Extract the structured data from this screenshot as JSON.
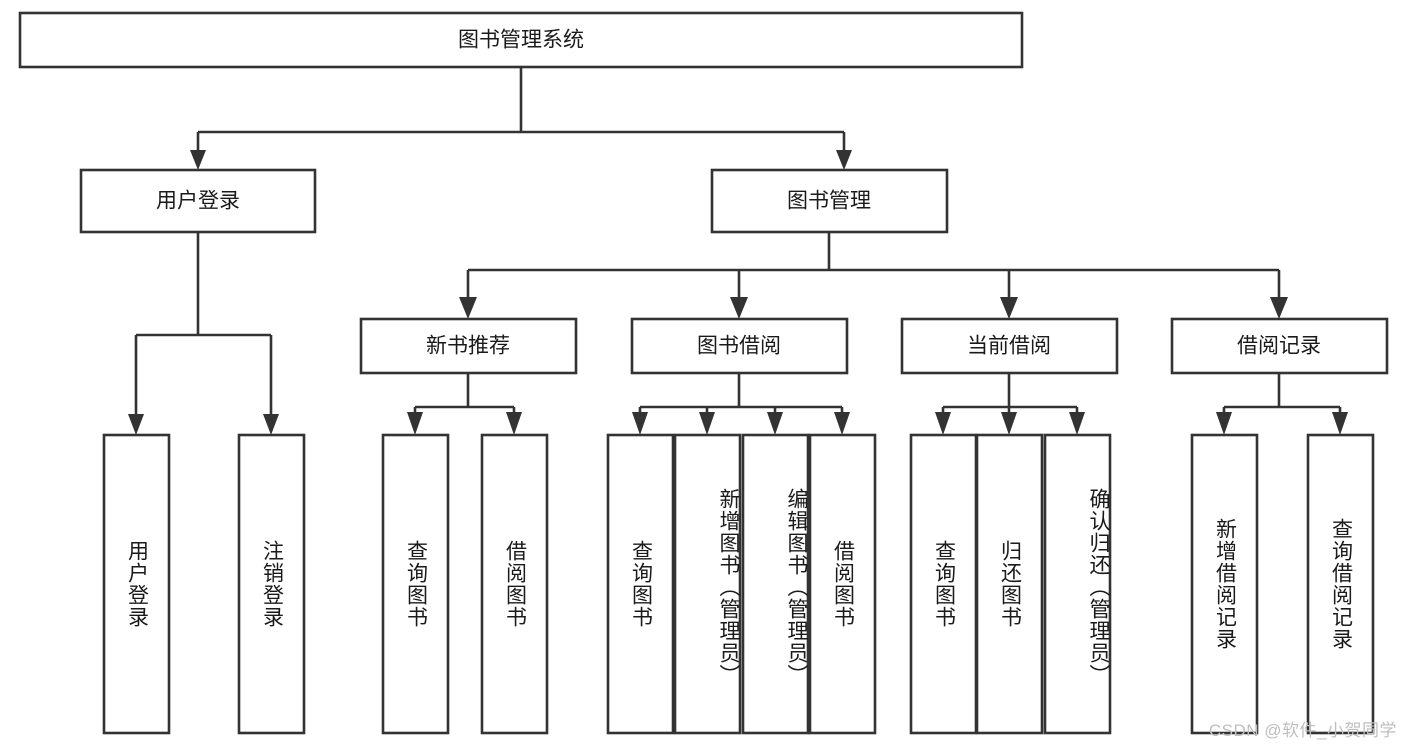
{
  "diagram": {
    "type": "tree-hierarchy-chart",
    "title_text": "图书管理系统",
    "stroke_color": "#333333",
    "fill_color": "#ffffff",
    "text_color": "#1a1a1a",
    "background": "#ffffff",
    "root": {
      "label": "图书管理系统",
      "orientation": "horizontal"
    },
    "level2": [
      {
        "label": "用户登录",
        "orientation": "horizontal"
      },
      {
        "label": "图书管理",
        "orientation": "horizontal"
      }
    ],
    "level3": [
      {
        "label": "新书推荐",
        "orientation": "horizontal"
      },
      {
        "label": "图书借阅",
        "orientation": "horizontal"
      },
      {
        "label": "当前借阅",
        "orientation": "horizontal"
      },
      {
        "label": "借阅记录",
        "orientation": "horizontal"
      }
    ],
    "leaves": {
      "user_login": [
        {
          "label": "用户登录",
          "orientation": "vertical"
        },
        {
          "label": "注销登录",
          "orientation": "vertical"
        }
      ],
      "new_book_recommend": [
        {
          "label": "查询图书",
          "orientation": "vertical"
        },
        {
          "label": "借阅图书",
          "orientation": "vertical"
        }
      ],
      "book_borrow": [
        {
          "label": "查询图书",
          "orientation": "vertical"
        },
        {
          "label": "新增图书（管理员）",
          "orientation": "vertical"
        },
        {
          "label": "编辑图书（管理员）",
          "orientation": "vertical"
        },
        {
          "label": "借阅图书",
          "orientation": "vertical"
        }
      ],
      "current_borrow": [
        {
          "label": "查询图书",
          "orientation": "vertical"
        },
        {
          "label": "归还图书",
          "orientation": "vertical"
        },
        {
          "label": "确认归还（管理员）",
          "orientation": "vertical"
        }
      ],
      "borrow_record": [
        {
          "label": "新增借阅记录",
          "orientation": "vertical"
        },
        {
          "label": "查询借阅记录",
          "orientation": "vertical"
        }
      ]
    }
  },
  "watermark": {
    "text": "CSDN @软件_小贺同学"
  }
}
